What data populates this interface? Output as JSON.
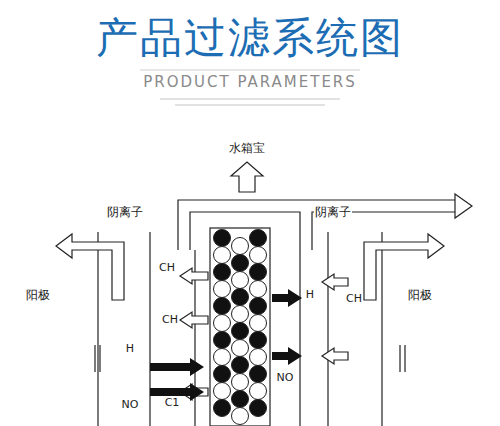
{
  "diagram": {
    "title": "产品过滤系统图",
    "labels": [
      "PRODUCT PARAMETERS",
      "水箱宝",
      "阴离子",
      "阴离子",
      "CH",
      "CH",
      "H",
      "NO",
      "C1",
      "H",
      "CH",
      "NO",
      "阳极",
      "阳极"
    ]
  }
}
